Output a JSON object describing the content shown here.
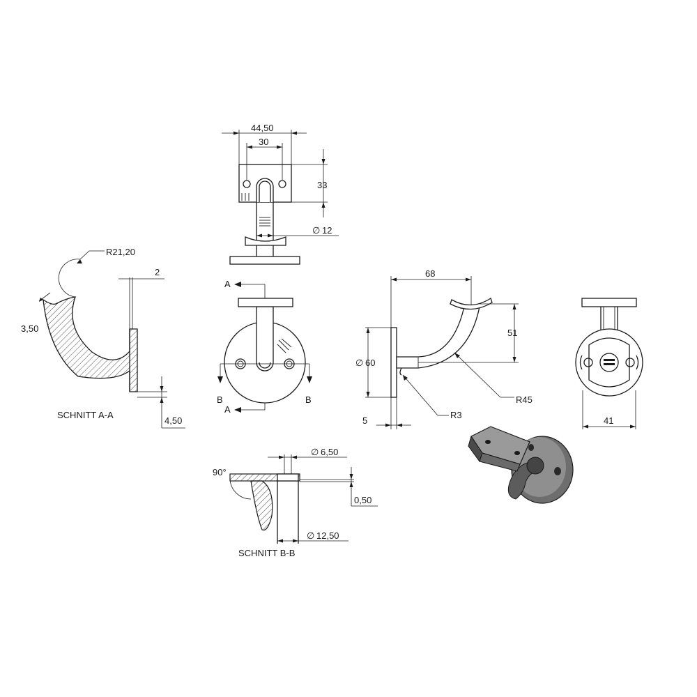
{
  "dimensions": {
    "width_44_50": "44,50",
    "width_30": "30",
    "height_33": "33",
    "dia_12": "12",
    "radius_21_20": "R21,20",
    "thickness_2": "2",
    "thickness_3_50": "3,50",
    "thickness_4_50": "4,50",
    "length_68": "68",
    "height_51": "51",
    "dia_60": "60",
    "radius_45": "R45",
    "radius_3": "R3",
    "thickness_5": "5",
    "width_41": "41",
    "dia_6_50": "6,50",
    "dia_12_50": "12,50",
    "depth_0_50": "0,50",
    "angle_90": "90°"
  },
  "symbols": {
    "diameter": "∅"
  },
  "section_labels": {
    "section_aa": "SCHNITT A-A",
    "section_bb": "SCHNITT B-B",
    "cut_a": "A",
    "cut_b": "B"
  }
}
